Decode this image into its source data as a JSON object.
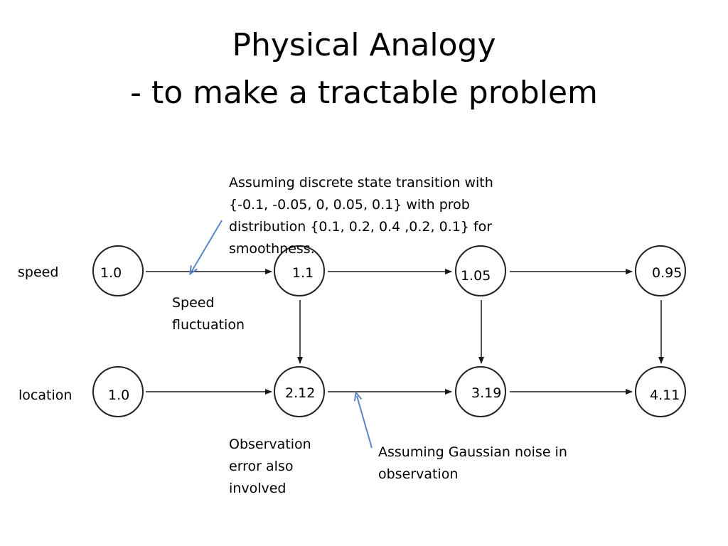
{
  "title": {
    "line1": "Physical Analogy",
    "line2": "- to make a tractable problem"
  },
  "rows": {
    "speed_label": "speed",
    "location_label": "location"
  },
  "speed_nodes": [
    "1.0",
    "1.1",
    "1.05",
    "0.95"
  ],
  "location_nodes": [
    "1.0",
    "2.12",
    "3.19",
    "4.11"
  ],
  "annotations": {
    "discrete_transition": [
      "Assuming discrete state transition with",
      "{-0.1, -0.05, 0, 0.05, 0.1} with  prob",
      "distribution {0.1, 0.2, 0.4 ,0.2, 0.1} for",
      "smoothness."
    ],
    "speed_fluctuation": [
      "Speed",
      "fluctuation"
    ],
    "observation_error": [
      "Observation",
      "error also",
      "involved"
    ],
    "gaussian_noise": [
      "Assuming Gaussian noise in",
      "observation"
    ]
  },
  "colors": {
    "edge": "#1a1a1a",
    "callout_arrow": "#5b86c5",
    "node_border": "#222222"
  }
}
